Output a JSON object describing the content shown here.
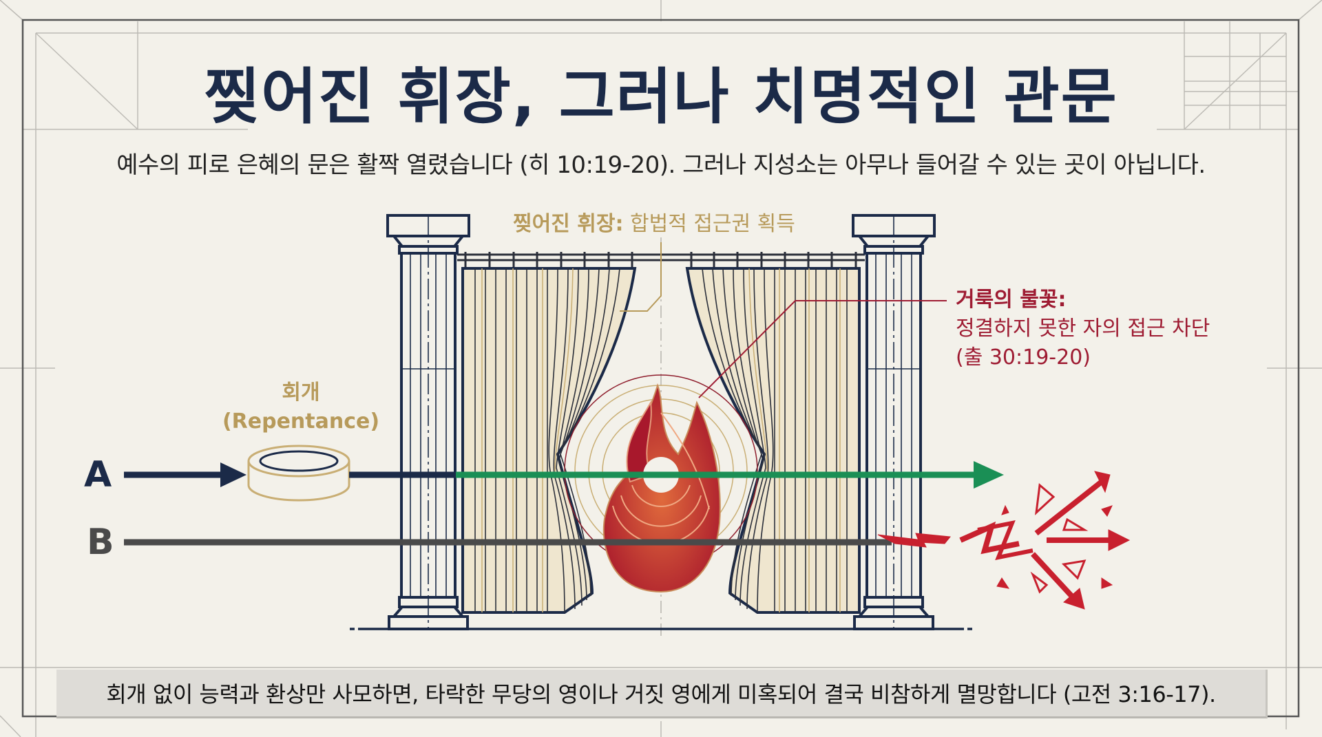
{
  "title": "찢어진 휘장, 그러나 치명적인 관문",
  "subtitle": "예수의 피로 은혜의 문은 활짝 열렸습니다 (히 10:19-20). 그러나 지성소는 아무나 들어갈 수 있는 곳이 아닙니다.",
  "diagram": {
    "veil_label": {
      "title": "찢어진 휘장:",
      "text": "합법적 접근권 획득"
    },
    "fire_label": {
      "title": "거룩의 불꽃:",
      "line1": "정결하지 못한 자의 접근 차단",
      "line2": "(출 30:19-20)"
    },
    "repentance_label": {
      "line1": "회개",
      "line2": "(Repentance)"
    },
    "paths": {
      "a": {
        "label": "A",
        "outcome": "passes-through",
        "color_before": "#1b2a48",
        "color_after": "#1a8f55"
      },
      "b": {
        "label": "B",
        "outcome": "shattered",
        "color_before": "#4a4a4a",
        "color_after": "#c8202e"
      }
    },
    "icons": [
      "pillar-icon",
      "curtain-icon",
      "flame-icon",
      "laver-ring-icon",
      "arrow-icon",
      "shatter-icon"
    ]
  },
  "caption": "회개 없이 능력과 환상만 사모하면, 타락한 무당의 영이나 거짓 영에게 미혹되어 결국 비참하게 멸망합니다 (고전 3:16-17).",
  "colors": {
    "background": "#f3f1ea",
    "navy": "#1b2a48",
    "gold": "#b79a5a",
    "crimson": "#9e1b32",
    "red": "#c8202e",
    "green": "#1a8f55",
    "gray": "#4a4a4a"
  }
}
